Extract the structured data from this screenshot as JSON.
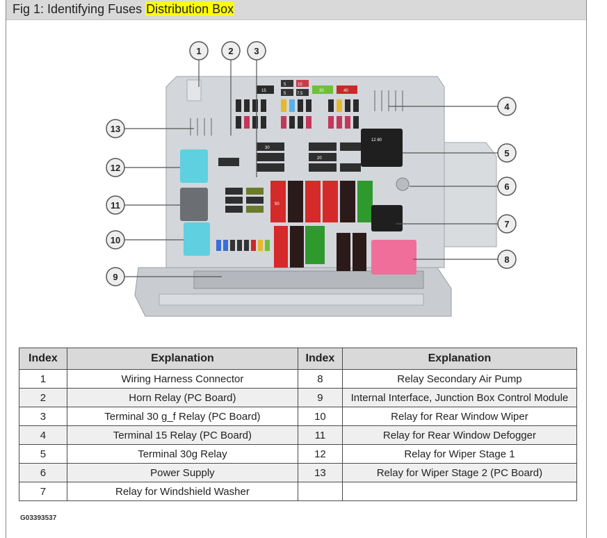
{
  "header": {
    "title_prefix": "Fig 1: Identifying Fuses ",
    "title_highlight": "Distribution Box"
  },
  "figure": {
    "callouts": [
      "1",
      "2",
      "3",
      "4",
      "5",
      "6",
      "7",
      "8",
      "9",
      "10",
      "11",
      "12",
      "13"
    ],
    "relay_marking": "12 80",
    "fuse_ratings": [
      "5",
      "10",
      "5",
      "7.5",
      "15",
      "20",
      "40",
      "30",
      "20",
      "50"
    ]
  },
  "table": {
    "headers": [
      "Index",
      "Explanation",
      "Index",
      "Explanation"
    ],
    "rows": [
      [
        "1",
        "Wiring Harness Connector",
        "8",
        "Relay Secondary Air Pump"
      ],
      [
        "2",
        "Horn Relay (PC Board)",
        "9",
        "Internal Interface, Junction Box Control Module"
      ],
      [
        "3",
        "Terminal 30 g_f Relay (PC Board)",
        "10",
        "Relay for Rear Window Wiper"
      ],
      [
        "4",
        "Terminal 15 Relay (PC Board)",
        "11",
        "Relay for Rear Window Defogger"
      ],
      [
        "5",
        "Terminal 30g Relay",
        "12",
        "Relay for Wiper Stage 1"
      ],
      [
        "6",
        "Power Supply",
        "13",
        "Relay for Wiper Stage 2 (PC Board)"
      ],
      [
        "7",
        "Relay for Windshield Washer",
        "",
        ""
      ]
    ]
  },
  "footer": {
    "code": "G03393537"
  },
  "colors": {
    "highlight": "#ffff00",
    "header_bg": "#d9d9d9",
    "fuse_red": "#d42a2a",
    "fuse_green": "#2e9a2e",
    "relay_blue": "#5fd0e0",
    "relay_pink": "#f06e9a"
  }
}
